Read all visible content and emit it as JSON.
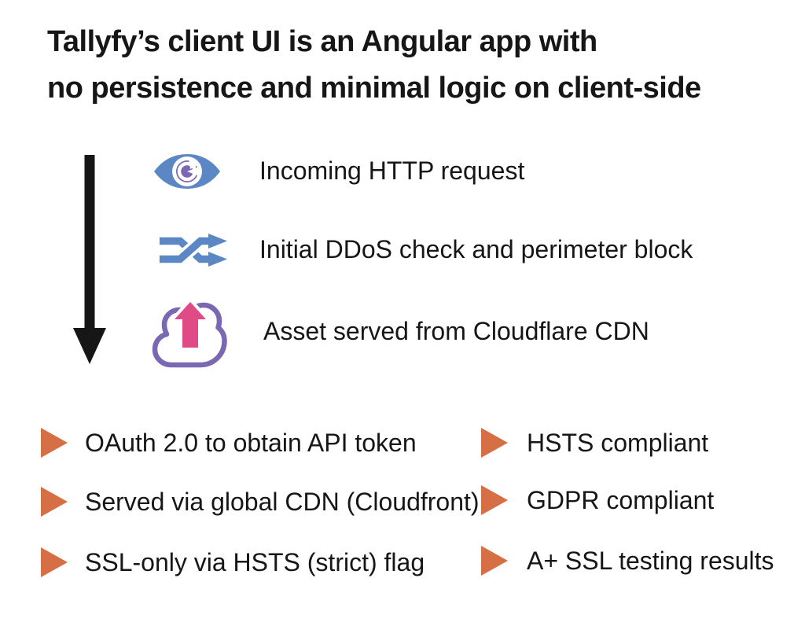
{
  "title": {
    "line1": "Tallyfy’s client UI is an Angular app with",
    "line2": "no persistence and minimal logic on client-side"
  },
  "flow": {
    "arrow_icon": "down-arrow",
    "steps": [
      {
        "icon": "eye-refresh-icon",
        "label": "Incoming HTTP request"
      },
      {
        "icon": "shuffle-icon",
        "label": "Initial DDoS check and perimeter block"
      },
      {
        "icon": "cloud-upload-icon",
        "label": "Asset served from Cloudflare CDN"
      }
    ]
  },
  "bullets": {
    "marker_icon": "triangle-right-icon",
    "left": [
      "OAuth 2.0 to obtain API token",
      "Served via global CDN (Cloudfront)",
      "SSL-only via HSTS (strict) flag"
    ],
    "right": [
      "HSTS compliant",
      "GDPR compliant",
      "A+ SSL testing results"
    ]
  },
  "colors": {
    "ink": "#161616",
    "blue": "#5b87c5",
    "purple": "#7a68b2",
    "pink": "#e04b87",
    "orange": "#d66f45",
    "bg": "#ffffff"
  }
}
